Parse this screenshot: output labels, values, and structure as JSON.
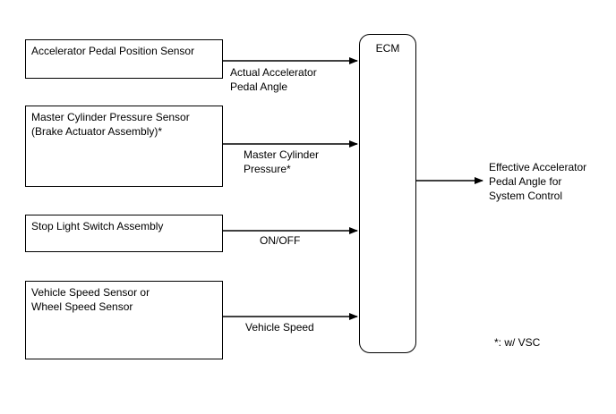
{
  "inputs": [
    {
      "lines": [
        "Accelerator Pedal Position Sensor"
      ],
      "signal": [
        "Actual Accelerator",
        "Pedal Angle"
      ]
    },
    {
      "lines": [
        "Master Cylinder Pressure Sensor",
        "(Brake Actuator Assembly)*"
      ],
      "signal": [
        "Master Cylinder",
        "Pressure*"
      ]
    },
    {
      "lines": [
        "Stop Light Switch Assembly"
      ],
      "signal": [
        "ON/OFF"
      ]
    },
    {
      "lines": [
        "Vehicle Speed Sensor or",
        "Wheel Speed Sensor"
      ],
      "signal": [
        "Vehicle Speed"
      ]
    }
  ],
  "ecm": {
    "label": "ECM"
  },
  "output": {
    "lines": [
      "Effective Accelerator",
      "Pedal Angle for",
      "System Control"
    ]
  },
  "footnote": "*: w/ VSC"
}
